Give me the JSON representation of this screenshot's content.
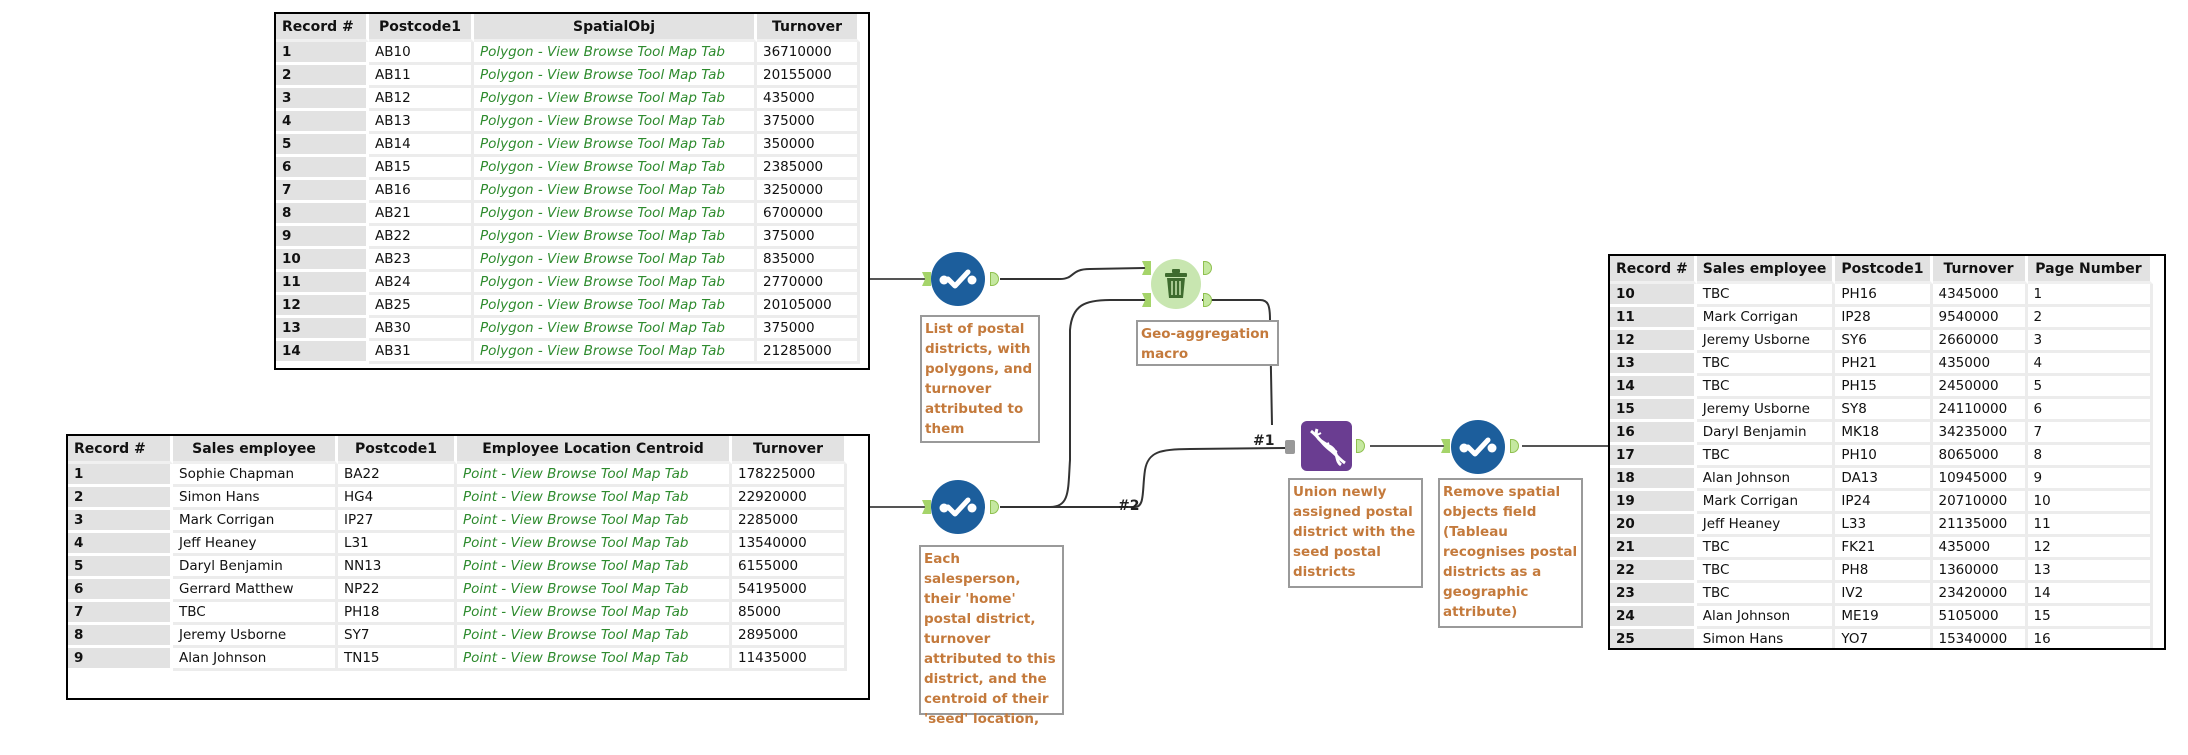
{
  "table_postal": {
    "columns": [
      "Record #",
      "Postcode1",
      "SpatialObj",
      "Turnover"
    ],
    "rows": [
      [
        "1",
        "AB10",
        "Polygon - View Browse Tool Map Tab",
        "36710000"
      ],
      [
        "2",
        "AB11",
        "Polygon - View Browse Tool Map Tab",
        "20155000"
      ],
      [
        "3",
        "AB12",
        "Polygon - View Browse Tool Map Tab",
        "435000"
      ],
      [
        "4",
        "AB13",
        "Polygon - View Browse Tool Map Tab",
        "375000"
      ],
      [
        "5",
        "AB14",
        "Polygon - View Browse Tool Map Tab",
        "350000"
      ],
      [
        "6",
        "AB15",
        "Polygon - View Browse Tool Map Tab",
        "2385000"
      ],
      [
        "7",
        "AB16",
        "Polygon - View Browse Tool Map Tab",
        "3250000"
      ],
      [
        "8",
        "AB21",
        "Polygon - View Browse Tool Map Tab",
        "6700000"
      ],
      [
        "9",
        "AB22",
        "Polygon - View Browse Tool Map Tab",
        "375000"
      ],
      [
        "10",
        "AB23",
        "Polygon - View Browse Tool Map Tab",
        "835000"
      ],
      [
        "11",
        "AB24",
        "Polygon - View Browse Tool Map Tab",
        "2770000"
      ],
      [
        "12",
        "AB25",
        "Polygon - View Browse Tool Map Tab",
        "20105000"
      ],
      [
        "13",
        "AB30",
        "Polygon - View Browse Tool Map Tab",
        "375000"
      ],
      [
        "14",
        "AB31",
        "Polygon - View Browse Tool Map Tab",
        "21285000"
      ]
    ]
  },
  "table_sales": {
    "columns": [
      "Record #",
      "Sales employee",
      "Postcode1",
      "Employee Location Centroid",
      "Turnover"
    ],
    "rows": [
      [
        "1",
        "Sophie Chapman",
        "BA22",
        "Point - View Browse Tool Map Tab",
        "178225000"
      ],
      [
        "2",
        "Simon Hans",
        "HG4",
        "Point - View Browse Tool Map Tab",
        "22920000"
      ],
      [
        "3",
        "Mark Corrigan",
        "IP27",
        "Point - View Browse Tool Map Tab",
        "2285000"
      ],
      [
        "4",
        "Jeff Heaney",
        "L31",
        "Point - View Browse Tool Map Tab",
        "13540000"
      ],
      [
        "5",
        "Daryl Benjamin",
        "NN13",
        "Point - View Browse Tool Map Tab",
        "6155000"
      ],
      [
        "6",
        "Gerrard Matthew",
        "NP22",
        "Point - View Browse Tool Map Tab",
        "54195000"
      ],
      [
        "7",
        "TBC",
        "PH18",
        "Point - View Browse Tool Map Tab",
        "85000"
      ],
      [
        "8",
        "Jeremy Usborne",
        "SY7",
        "Point - View Browse Tool Map Tab",
        "2895000"
      ],
      [
        "9",
        "Alan Johnson",
        "TN15",
        "Point - View Browse Tool Map Tab",
        "11435000"
      ]
    ]
  },
  "table_output": {
    "columns": [
      "Record #",
      "Sales employee",
      "Postcode1",
      "Turnover",
      "Page Number"
    ],
    "rows": [
      [
        "10",
        "TBC",
        "PH16",
        "4345000",
        "1"
      ],
      [
        "11",
        "Mark Corrigan",
        "IP28",
        "9540000",
        "2"
      ],
      [
        "12",
        "Jeremy Usborne",
        "SY6",
        "2660000",
        "3"
      ],
      [
        "13",
        "TBC",
        "PH21",
        "435000",
        "4"
      ],
      [
        "14",
        "TBC",
        "PH15",
        "2450000",
        "5"
      ],
      [
        "15",
        "Jeremy Usborne",
        "SY8",
        "24110000",
        "6"
      ],
      [
        "16",
        "Daryl Benjamin",
        "MK18",
        "34235000",
        "7"
      ],
      [
        "17",
        "TBC",
        "PH10",
        "8065000",
        "8"
      ],
      [
        "18",
        "Alan Johnson",
        "DA13",
        "10945000",
        "9"
      ],
      [
        "19",
        "Mark Corrigan",
        "IP24",
        "20710000",
        "10"
      ],
      [
        "20",
        "Jeff Heaney",
        "L33",
        "21135000",
        "11"
      ],
      [
        "21",
        "TBC",
        "FK21",
        "435000",
        "12"
      ],
      [
        "22",
        "TBC",
        "PH8",
        "1360000",
        "13"
      ],
      [
        "23",
        "TBC",
        "IV2",
        "23420000",
        "14"
      ],
      [
        "24",
        "Alan Johnson",
        "ME19",
        "5105000",
        "15"
      ],
      [
        "25",
        "Simon Hans",
        "YO7",
        "15340000",
        "16"
      ]
    ]
  },
  "workflow": {
    "notes": {
      "postal_input": "List of postal districts, with polygons, and turnover attributed to them",
      "sales_input": "Each salesperson, their 'home' postal district, turnover attributed to this district, and the centroid of their 'seed' location,",
      "macro": "Geo-aggregation macro",
      "union": "Union newly assigned postal district with the seed postal districts",
      "select": "Remove spatial objects field (Tableau recognises postal districts as a geographic attribute)"
    },
    "connection_labels": {
      "one": "#1",
      "two": "#2"
    },
    "icons": {
      "select_tool": "select-check-icon",
      "macro_tool": "trash-can-icon",
      "union_tool": "dna-helix-icon"
    },
    "colors": {
      "select_tool": "#1c5e9c",
      "macro_tool": "#c8e6b0",
      "union_tool": "#6a3d91",
      "note_text": "#c47a3c",
      "spatial_text": "#2e8b2e"
    }
  }
}
